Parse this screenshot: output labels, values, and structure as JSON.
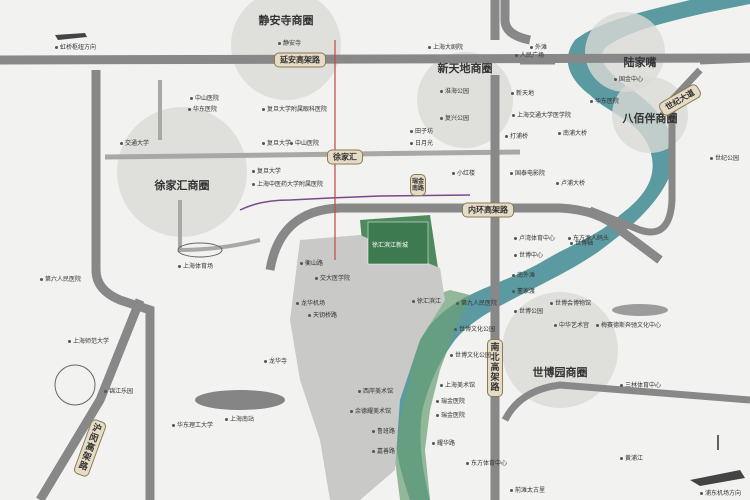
{
  "districts": [
    {
      "id": "jingansi",
      "name": "静安寺商圈"
    },
    {
      "id": "xintiandi",
      "name": "新天地商圈"
    },
    {
      "id": "lujiazui",
      "name": "陆家嘴"
    },
    {
      "id": "babaiban",
      "name": "八佰伴商圈"
    },
    {
      "id": "xujiahui",
      "name": "徐家汇商圈"
    },
    {
      "id": "shibo",
      "name": "世博园商圈"
    }
  ],
  "roads": {
    "yanan": "延安高架路",
    "century": "世纪大道",
    "xujiahui_road": "徐家汇",
    "inner_ring": "内环高架路",
    "south_north": "南北高架路",
    "humin": "沪闵高架路",
    "ruijin": "瑞金南路"
  },
  "site_name": "徐汇滨江新城",
  "labels": {
    "hongqiao": "虹桥枢纽方向",
    "jingansi_pt": "静安寺",
    "grand_theatre": "上海大剧院",
    "bund": "外滩",
    "peoples_square": "人民广场",
    "financial": "国金中心",
    "zhongshan_park": "中山医院",
    "huadong_hosp": "华东医院",
    "fudan_eye": "复旦大学附属眼科医院",
    "jiaoda": "交通大学",
    "fudan": "复旦大学",
    "zhongshan2": "中山医院",
    "fudan_univ": "复旦大学",
    "tcm": "上海中医药大学附属医院",
    "shanghai_stadium": "上海体育场",
    "sixth_hosp": "第六人民医院",
    "normal_univ": "上海师范大学",
    "jinjiang": "锦江乐园",
    "sh_south": "上海南站",
    "huali": "华东理工大学",
    "longhua": "龙华寺",
    "plaza": "世博文化公园",
    "meixi": "梅赛德斯奔驰文化中心",
    "china_pav": "中华艺术宫",
    "oriental_sports": "东方体育中心",
    "qiantan": "前滩太古里",
    "pudong_airport": "浦东机场方向",
    "century_park": "世纪公园",
    "sanlin": "三林体育中心",
    "xintiandi_pt": "新天地",
    "huaihai": "淮海公园",
    "fuxing": "复兴公园",
    "xintiandi2": "瑞金医院",
    "dapuqiao": "打浦桥",
    "jiashan": "嘉善路",
    "luban": "鲁班路",
    "ruijin_pt": "瑞金医院",
    "tianzifang": "田子坊",
    "rijingyuan": "日月光",
    "xiaohong": "小红楼",
    "guotai": "国泰电影院",
    "longhua_airport": "龙华机场",
    "west_bund": "西岸美术馆",
    "ydy": "余德耀美术馆",
    "sh_museum": "上海美术馆",
    "xintiandi_center": "卢湾体育中心",
    "dock": "东方渔人码头",
    "world_center": "世博中心",
    "expo_park": "世博公园",
    "mercedes": "世博会博物馆",
    "culture": "世博文化公园",
    "ruijin_hosp": "上海交通大学医学院",
    "nanpu": "南浦大桥",
    "lupu": "卢浦大桥",
    "xuhui_park": "徐汇滨江",
    "hengshan": "衡山路",
    "jiaotong2": "交大医学院",
    "tianyaoqiao": "天钥桥路",
    "huangpu": "黄浦江",
    "sh_ninth": "第九人民医院",
    "north_huangpu": "南外滩",
    "dongjiadu": "董家渡",
    "huadong": "华东医院",
    "expo_axis": "世博轴",
    "yaohua": "耀华路"
  }
}
